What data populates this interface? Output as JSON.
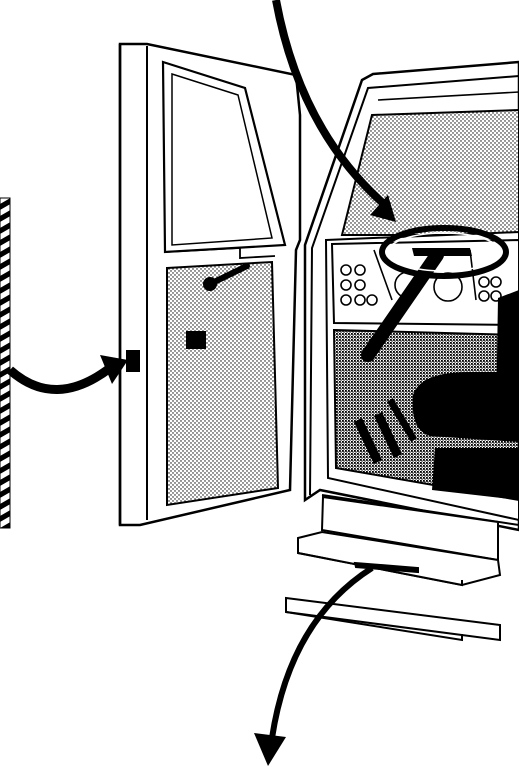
{
  "figure": {
    "subject": "truck-cab-open-door-line-drawing",
    "colors": {
      "ink": "#000000",
      "paper": "#ffffff",
      "light_screen": "#d8d8d8",
      "medium_screen": "#9a9a9a",
      "dark_screen": "#4a4a4a"
    },
    "parts": {
      "arrows": [
        "arrow-to-steering-wheel",
        "arrow-to-door-latch",
        "arrow-from-step"
      ],
      "structures": [
        "open-door",
        "cab-body",
        "dashboard",
        "steering-wheel",
        "driver-seat",
        "steps",
        "striped-post"
      ]
    }
  }
}
